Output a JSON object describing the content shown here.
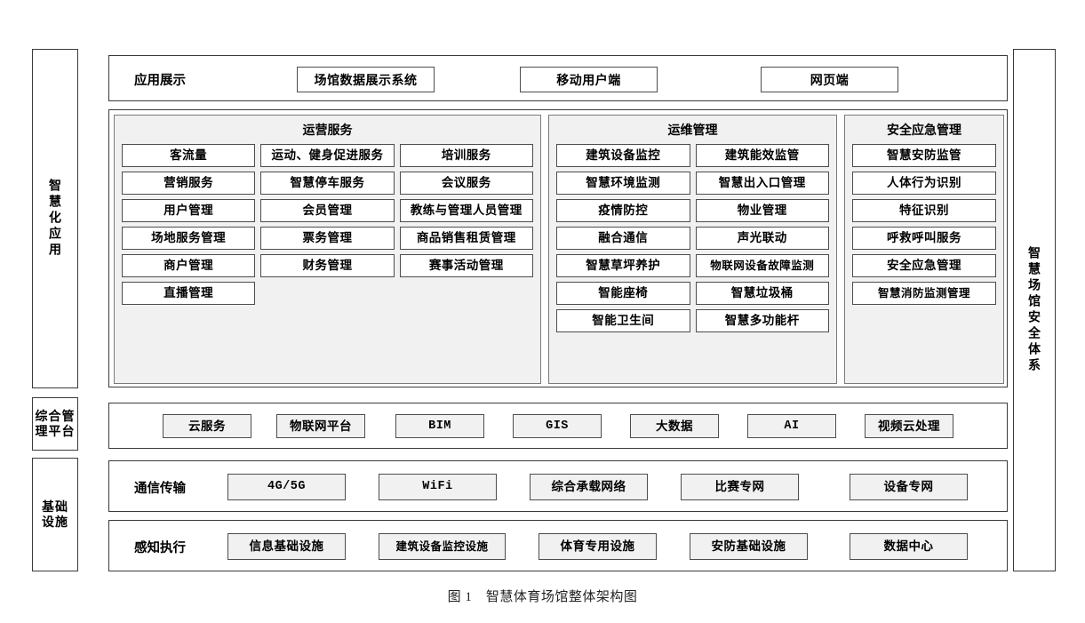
{
  "caption": "图 1　智慧体育场馆整体架构图",
  "left_rails": [
    {
      "id": "smart-application",
      "label": "智慧化应用",
      "orientation": "vertical"
    },
    {
      "id": "integrated-management-platform",
      "label": "综合管理平台",
      "orientation": "horizontal-2line",
      "line1": "综合管",
      "line2": "理平台"
    },
    {
      "id": "infrastructure",
      "label": "基础设施",
      "orientation": "horizontal-2line",
      "line1": "基础",
      "line2": "设施"
    }
  ],
  "right_rail": {
    "id": "venue-safety-system",
    "label": "智慧场馆安全体系",
    "orientation": "vertical"
  },
  "application_display": {
    "label": "应用展示",
    "items": [
      {
        "label": "场馆数据展示系统"
      },
      {
        "label": "移动用户端"
      },
      {
        "label": "网页端"
      }
    ]
  },
  "panels": [
    {
      "id": "operation-service",
      "title": "运营服务",
      "columns": 3,
      "items": [
        "客流量",
        "运动、健身促进服务",
        "培训服务",
        "营销服务",
        "智慧停车服务",
        "会议服务",
        "用户管理",
        "会员管理",
        "教练与管理人员管理",
        "场地服务管理",
        "票务管理",
        "商品销售租赁管理",
        "商户管理",
        "财务管理",
        "赛事活动管理",
        "直播管理"
      ]
    },
    {
      "id": "operation-maintenance",
      "title": "运维管理",
      "columns": 2,
      "items": [
        "建筑设备监控",
        "建筑能效监管",
        "智慧环境监测",
        "智慧出入口管理",
        "疫情防控",
        "物业管理",
        "融合通信",
        "声光联动",
        "智慧草坪养护",
        "物联网设备故障监测",
        "智能座椅",
        "智慧垃圾桶",
        "智能卫生间",
        "智慧多功能杆"
      ]
    },
    {
      "id": "safety-emergency",
      "title": "安全应急管理",
      "columns": 1,
      "items": [
        "智慧安防监管",
        "人体行为识别",
        "特征识别",
        "呼救呼叫服务",
        "安全应急管理",
        "智慧消防监测管理"
      ]
    }
  ],
  "platform_row": {
    "items": [
      {
        "label": "云服务"
      },
      {
        "label": "物联网平台"
      },
      {
        "label": "BIM"
      },
      {
        "label": "GIS"
      },
      {
        "label": "大数据"
      },
      {
        "label": "AI"
      },
      {
        "label": "视频云处理"
      }
    ]
  },
  "infrastructure": {
    "transmission": {
      "label": "通信传输",
      "items": [
        {
          "label": "4G/5G"
        },
        {
          "label": "WiFi"
        },
        {
          "label": "综合承载网络"
        },
        {
          "label": "比赛专网"
        },
        {
          "label": "设备专网"
        }
      ]
    },
    "sensing": {
      "label": "感知执行",
      "items": [
        {
          "label": "信息基础设施"
        },
        {
          "label": "建筑设备监控设施"
        },
        {
          "label": "体育专用设施"
        },
        {
          "label": "安防基础设施"
        },
        {
          "label": "数据中心"
        }
      ]
    }
  },
  "colors": {
    "panel_fill": "#f1f1f1",
    "box_fill": "#ffffff",
    "border": "#3a3a3a",
    "text": "#000000"
  }
}
